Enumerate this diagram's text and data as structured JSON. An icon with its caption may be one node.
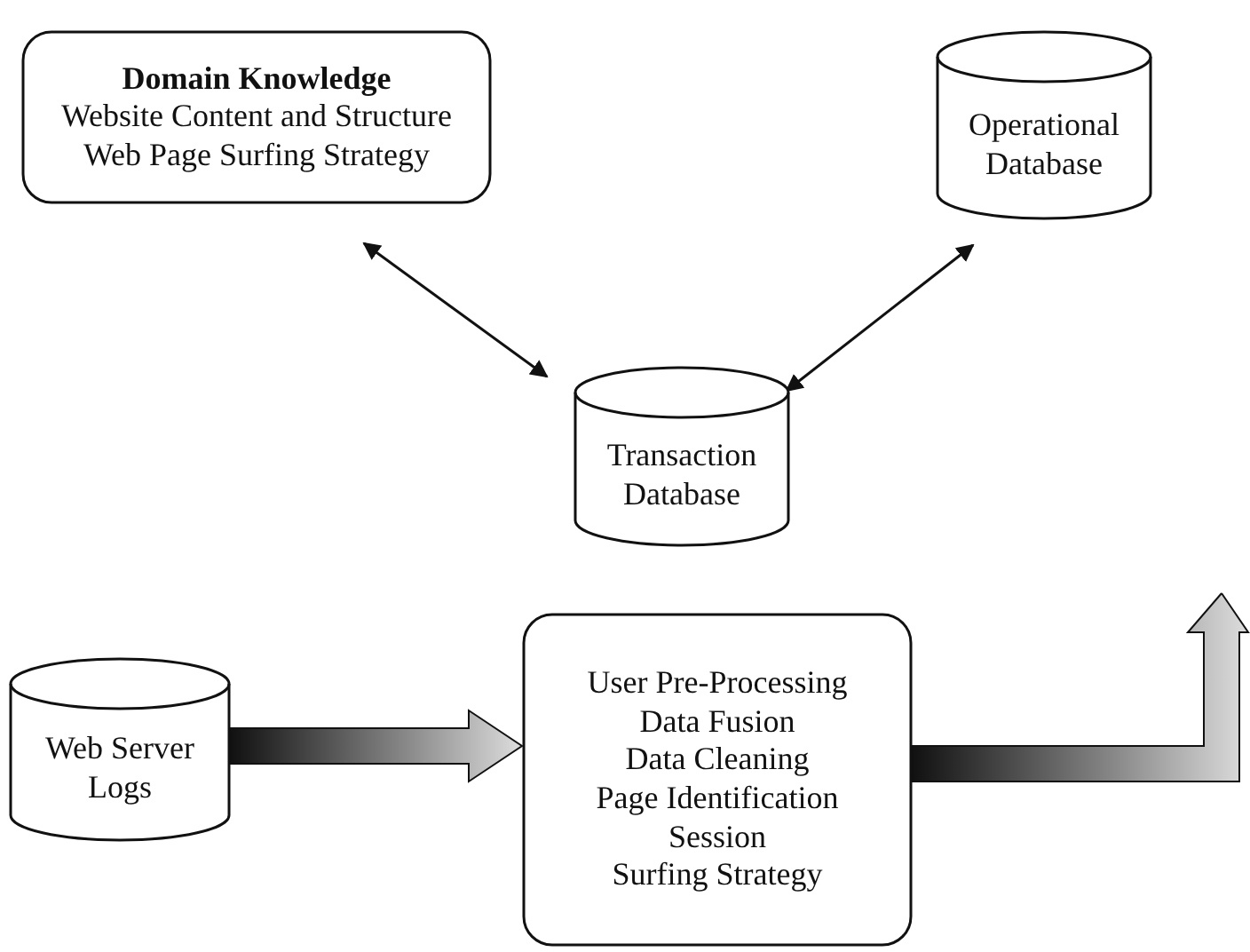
{
  "diagram": {
    "nodes": [
      {
        "text": [
          "Domain Knowledge",
          "Website Content and Structure",
          "Web Page Surfing Strategy"
        ]
      },
      {
        "text": [
          "Operational Database"
        ]
      },
      {
        "text": [
          "Transaction Database"
        ]
      },
      {
        "text": [
          "Web Server Logs"
        ]
      },
      {
        "text": [
          "User Pre-Processing",
          "Data Fusion",
          "Data Cleaning",
          "Page Identification",
          "Session",
          "Surfing Strategy"
        ]
      }
    ],
    "edges": [
      {
        "from": 0,
        "to": 2,
        "arrow": "both"
      },
      {
        "from": 1,
        "to": 2,
        "arrow": "both"
      },
      {
        "from": 3,
        "to": 4,
        "arrow": "to",
        "style": "thick"
      },
      {
        "from": 4,
        "to": null,
        "arrow": "to",
        "style": "thick"
      }
    ]
  }
}
